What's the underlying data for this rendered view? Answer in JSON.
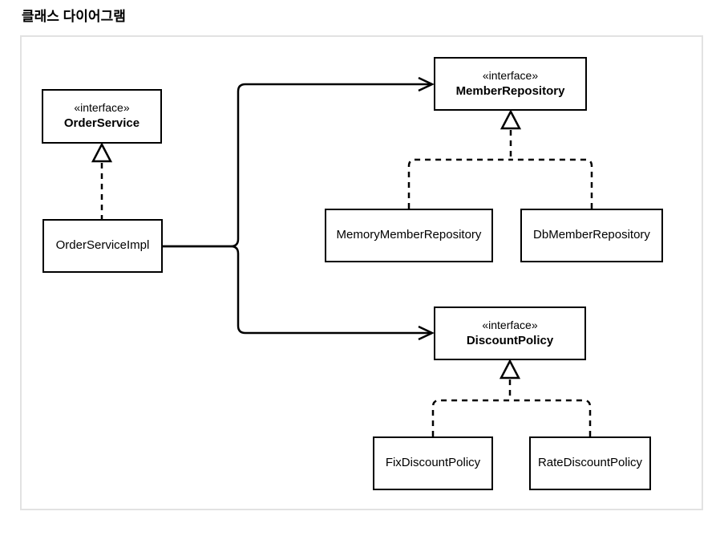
{
  "title": "클래스 다이어그램",
  "diagram": {
    "type": "uml-class-diagram",
    "nodes": [
      {
        "stereotype": "«interface»",
        "name": "OrderService"
      },
      {
        "name": "OrderServiceImpl"
      },
      {
        "stereotype": "«interface»",
        "name": "MemberRepository"
      },
      {
        "name": "MemoryMemberRepository"
      },
      {
        "name": "DbMemberRepository"
      },
      {
        "stereotype": "«interface»",
        "name": "DiscountPolicy"
      },
      {
        "name": "FixDiscountPolicy"
      },
      {
        "name": "RateDiscountPolicy"
      }
    ],
    "relations": [
      {
        "from": "OrderServiceImpl",
        "to": "OrderService",
        "type": "realization"
      },
      {
        "from": "MemoryMemberRepository",
        "to": "MemberRepository",
        "type": "realization"
      },
      {
        "from": "DbMemberRepository",
        "to": "MemberRepository",
        "type": "realization"
      },
      {
        "from": "FixDiscountPolicy",
        "to": "DiscountPolicy",
        "type": "realization"
      },
      {
        "from": "RateDiscountPolicy",
        "to": "DiscountPolicy",
        "type": "realization"
      },
      {
        "from": "OrderServiceImpl",
        "to": "MemberRepository",
        "type": "dependency"
      },
      {
        "from": "OrderServiceImpl",
        "to": "DiscountPolicy",
        "type": "dependency"
      }
    ],
    "colors": {
      "line": "#000000",
      "box_border": "#000000",
      "box_fill": "#ffffff",
      "frame_border": "#e2e2e2",
      "background": "#ffffff"
    }
  }
}
